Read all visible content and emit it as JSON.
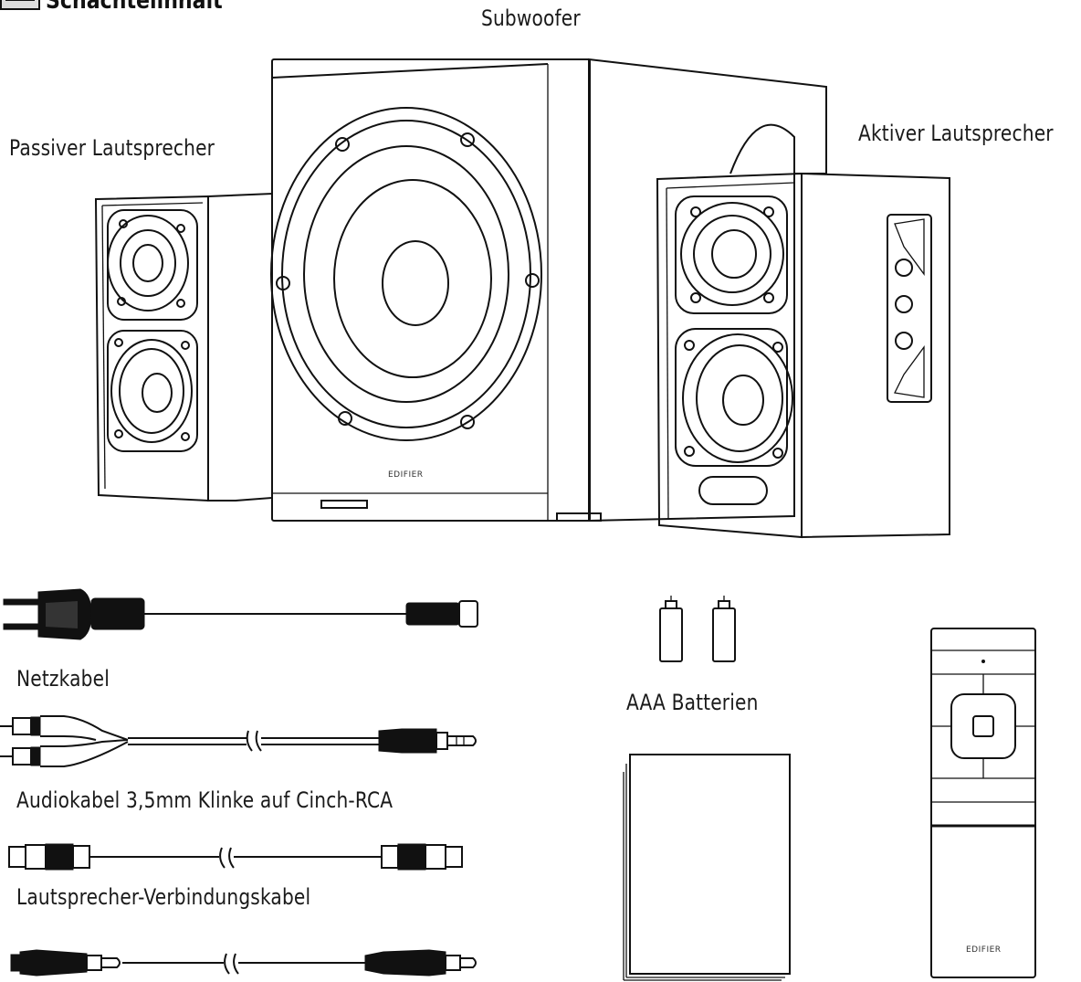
{
  "header": {
    "title": "Schachtelinhalt",
    "icon": "box-icon"
  },
  "labels": {
    "subwoofer": "Subwoofer",
    "passive_speaker": "Passiver Lautsprecher",
    "active_speaker": "Aktiver Lautsprecher",
    "power_cable": "Netzkabel",
    "audio_cable": "Audiokabel 3,5mm Klinke auf Cinch-RCA",
    "speaker_cable": "Lautsprecher-Verbindungskabel",
    "batteries": "AAA Batterien"
  },
  "brand_marks": {
    "subwoofer": "EDIFIER",
    "remote": "EDIFIER"
  }
}
